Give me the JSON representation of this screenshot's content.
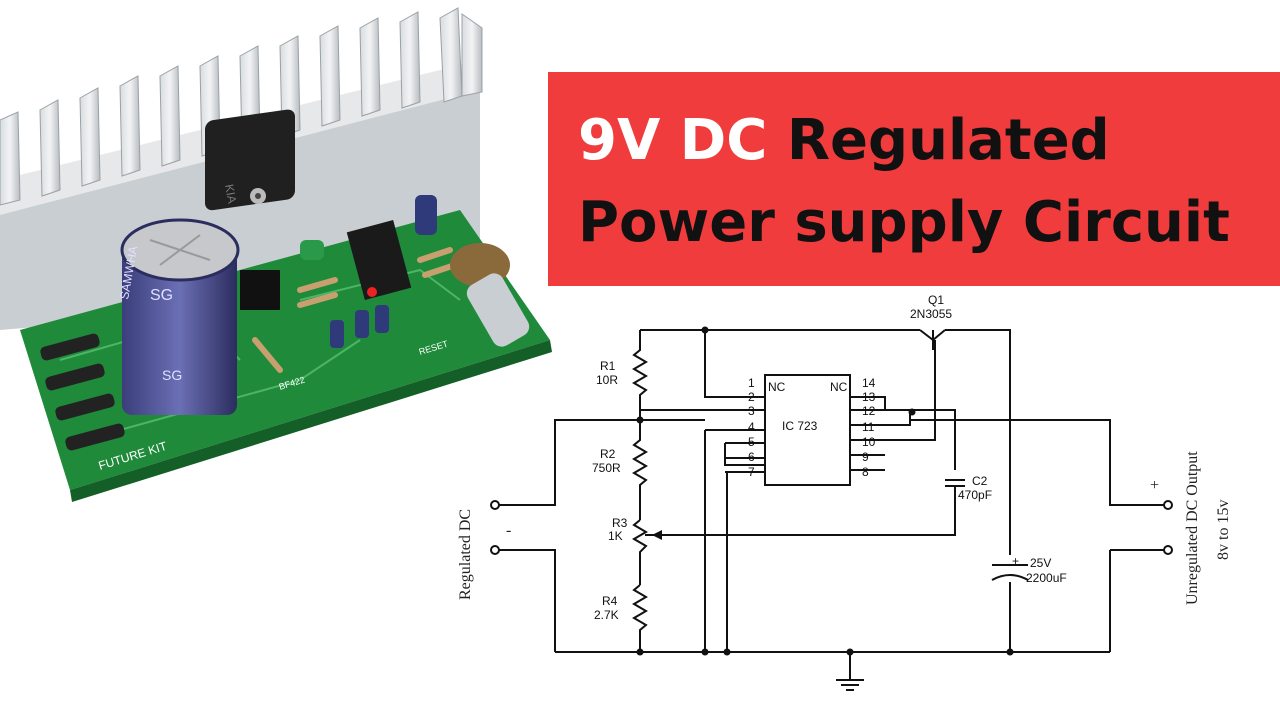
{
  "title": {
    "line1_part1": "9V DC",
    "line1_part2": "Regulated",
    "line2": "Power supply Circuit",
    "banner_color": "#f03c3c",
    "accent_dark": "#111111",
    "accent_light": "#ffffff"
  },
  "photo": {
    "board_brand": "FUTURE KIT",
    "capacitor_brand": "SAMWHA",
    "capacitor_series": "SG",
    "board_text_1": "BF422",
    "board_text_2": "RESET",
    "ic_marking": "KIA"
  },
  "schematic": {
    "q1_name": "Q1",
    "q1_part": "2N3055",
    "r1_name": "R1",
    "r1_value": "10R",
    "r2_name": "R2",
    "r2_value": "750R",
    "r3_name": "R3",
    "r3_value": "1K",
    "r4_name": "R4",
    "r4_value": "2.7K",
    "c2_name": "C2",
    "c2_value": "470pF",
    "c1_voltage": "25V",
    "c1_value": "2200uF",
    "c1_polarity": "+",
    "ic_name": "IC 723",
    "pin_nc": "NC",
    "pins_left": [
      "1",
      "2",
      "3",
      "4",
      "5",
      "6",
      "7"
    ],
    "pins_right": [
      "14",
      "13",
      "12",
      "11",
      "10",
      "9",
      "8"
    ],
    "left_label": "Regulated DC",
    "left_minus": "-",
    "right_plus": "+",
    "right_label_1": "Unregulated DC Output",
    "right_label_2": "8v to 15v"
  }
}
